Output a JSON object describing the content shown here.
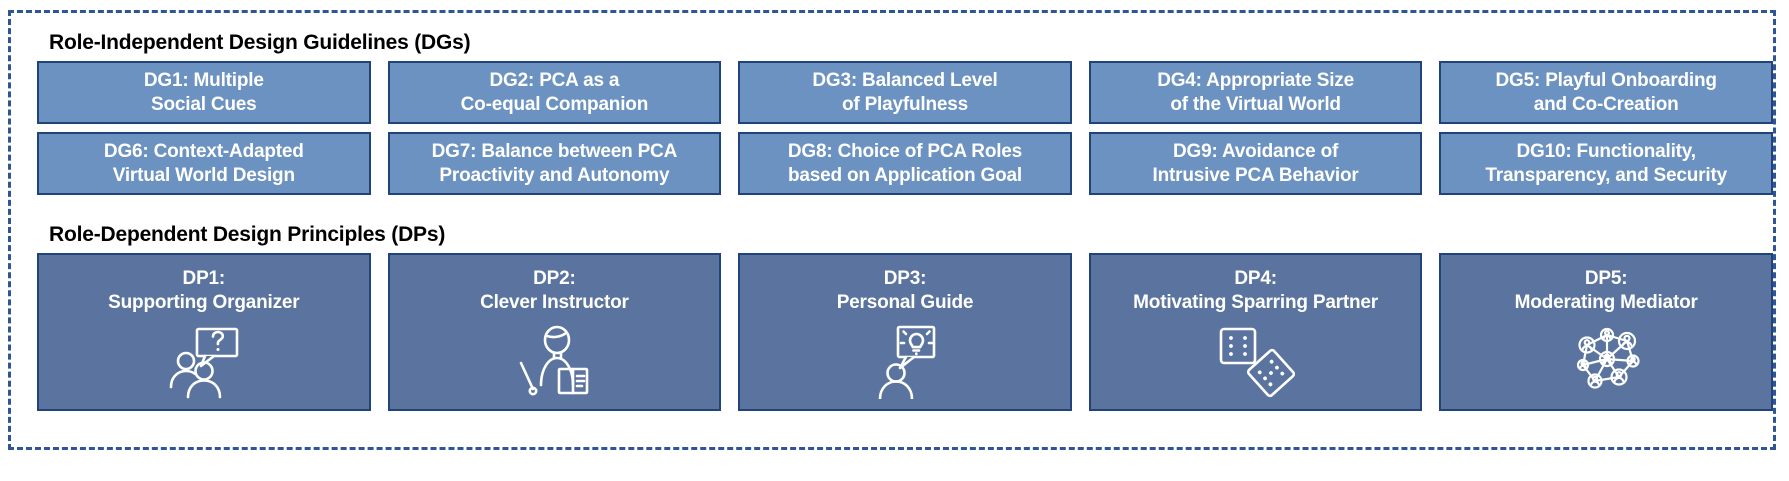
{
  "frame": {
    "border_color": "#2f5596",
    "style": "dashed"
  },
  "colors": {
    "dg_box_fill": "#6b92c0",
    "dp_box_fill": "#5a749f",
    "box_border": "#20447a",
    "frame_border": "#2f5596",
    "box_text": "#ffffff",
    "header_text": "#000000"
  },
  "sections": {
    "design_guidelines": {
      "header": "Role-Independent Design Guidelines (DGs)",
      "row1": [
        {
          "id": "DG1",
          "lines": [
            "DG1: Multiple",
            "Social Cues"
          ]
        },
        {
          "id": "DG2",
          "lines": [
            "DG2: PCA as a",
            "Co-equal Companion"
          ]
        },
        {
          "id": "DG3",
          "lines": [
            "DG3: Balanced Level",
            "of Playfulness"
          ]
        },
        {
          "id": "DG4",
          "lines": [
            "DG4: Appropriate Size",
            "of the Virtual World"
          ]
        },
        {
          "id": "DG5",
          "lines": [
            "DG5: Playful Onboarding",
            "and Co-Creation"
          ]
        }
      ],
      "row2": [
        {
          "id": "DG6",
          "lines": [
            "DG6: Context-Adapted",
            "Virtual World Design"
          ]
        },
        {
          "id": "DG7",
          "lines": [
            "DG7: Balance between PCA",
            "Proactivity and Autonomy"
          ]
        },
        {
          "id": "DG8",
          "lines": [
            "DG8: Choice of PCA Roles",
            "based on Application Goal"
          ]
        },
        {
          "id": "DG9",
          "lines": [
            "DG9: Avoidance of",
            "Intrusive PCA Behavior"
          ]
        },
        {
          "id": "DG10",
          "lines": [
            "DG10: Functionality,",
            "Transparency, and Security"
          ]
        }
      ]
    },
    "design_principles": {
      "header": "Role-Dependent Design Principles (DPs)",
      "items": [
        {
          "id": "DP1",
          "lines": [
            "DP1:",
            "Supporting Organizer"
          ],
          "icon": "two-people-question-bubble-icon"
        },
        {
          "id": "DP2",
          "lines": [
            "DP2:",
            "Clever Instructor"
          ],
          "icon": "instructor-pointer-book-icon"
        },
        {
          "id": "DP3",
          "lines": [
            "DP3:",
            "Personal Guide"
          ],
          "icon": "person-lightbulb-bubble-icon"
        },
        {
          "id": "DP4",
          "lines": [
            "DP4:",
            "Motivating Sparring Partner"
          ],
          "icon": "two-dice-icon"
        },
        {
          "id": "DP5",
          "lines": [
            "DP5:",
            "Moderating Mediator"
          ],
          "icon": "people-network-icon"
        }
      ]
    }
  }
}
